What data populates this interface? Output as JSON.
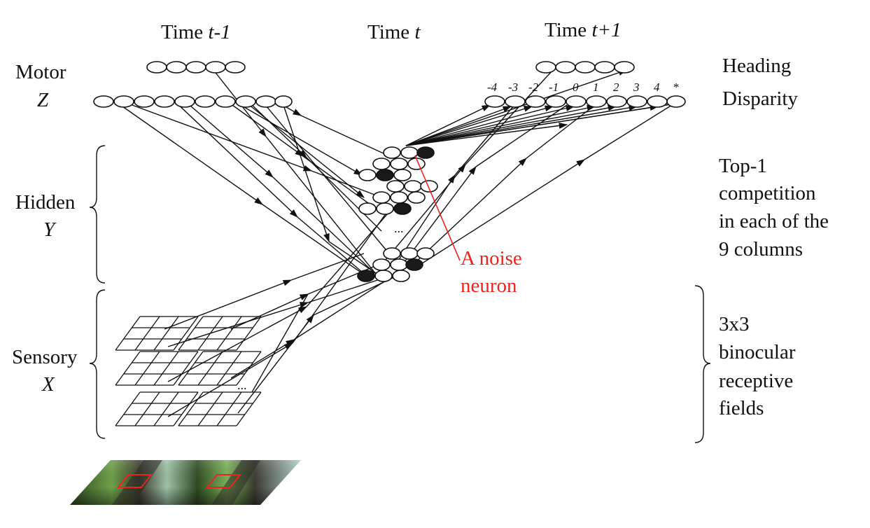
{
  "time_labels": {
    "prev": {
      "prefix": "Time ",
      "var": "t-1"
    },
    "curr": {
      "prefix": "Time ",
      "var": "t"
    },
    "next": {
      "prefix": "Time ",
      "var": "t+1"
    }
  },
  "layers": {
    "motor": {
      "name": "Motor",
      "symbol": "Z"
    },
    "hidden": {
      "name": "Hidden",
      "symbol": "Y"
    },
    "sensory": {
      "name": "Sensory",
      "symbol": "X"
    }
  },
  "motor_outputs": {
    "heading": "Heading",
    "disparity": "Disparity",
    "disparity_ticks": [
      "-4",
      "-3",
      "-2",
      "-1",
      "0",
      "1",
      "2",
      "3",
      "4",
      "*"
    ]
  },
  "annotations": {
    "noise_line1": "A noise",
    "noise_line2": "neuron",
    "noise_color": "#e8261f",
    "ellipsis": "...",
    "top1": [
      "Top-1",
      "competition",
      "in each of the",
      "9 columns"
    ],
    "receptive": [
      "3x3",
      "binocular",
      "receptive",
      "fields"
    ]
  },
  "colors": {
    "ink": "#111111",
    "active_neuron": "#1a1a1a",
    "receptive_highlight": "#e8261f"
  }
}
